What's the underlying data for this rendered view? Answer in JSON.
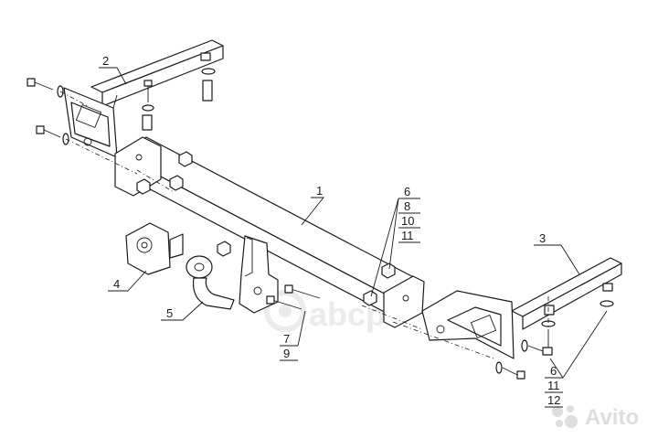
{
  "callouts": {
    "c1": "1",
    "c2": "2",
    "c3": "3",
    "c4": "4",
    "c5": "5",
    "c6a": "6",
    "c8": "8",
    "c10": "10",
    "c11a": "11",
    "c7": "7",
    "c9": "9",
    "c6b": "6",
    "c11b": "11",
    "c12": "12"
  },
  "watermarks": {
    "center": "abcp",
    "corner": "Avito"
  },
  "colors": {
    "line": "#1a1a1a",
    "watermark": "#e8e8e8"
  },
  "icons": {
    "center_logo": "abcp-logo-icon",
    "corner_logo": "avito-logo-icon"
  }
}
